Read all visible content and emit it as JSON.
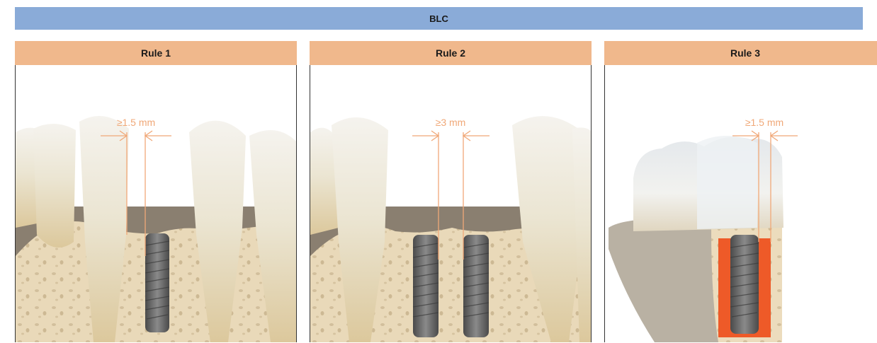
{
  "header": {
    "title": "BLC"
  },
  "panels": [
    {
      "title": "Rule 1",
      "measurement": "≥1.5 mm"
    },
    {
      "title": "Rule 2",
      "measurement": "≥3 mm"
    },
    {
      "title": "Rule 3",
      "measurement": "≥1.5 mm"
    }
  ],
  "colors": {
    "header_bar": "#8aabd8",
    "panel_header": "#f0b88c",
    "measure_line": "#f0a878",
    "bone": "#e8d8b8",
    "implant": "#6a6a6a",
    "bone_graft": "#ee5a28"
  }
}
